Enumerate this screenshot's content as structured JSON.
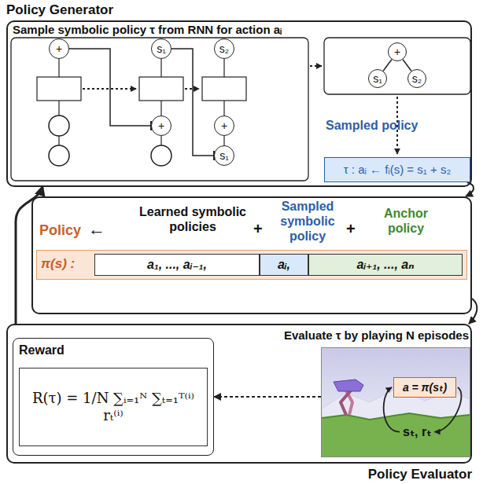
{
  "diagram": {
    "nodes": [
      {
        "text": [
          "Policy Generator",
          "Sample symbolic policy τ from RNN for action aᵢ"
        ]
      },
      {
        "text": [
          "+"
        ],
        "in": 0
      },
      {
        "text": [
          "s₁"
        ],
        "in": 0
      },
      {
        "text": [
          "s₂"
        ],
        "in": 0
      },
      {
        "text": [
          "+"
        ],
        "in": 0
      },
      {
        "text": [
          "+"
        ],
        "in": 0
      },
      {
        "text": [
          "s₁"
        ],
        "in": 0
      },
      {
        "text": [
          "+"
        ],
        "in": 0
      },
      {
        "text": [
          "s₁"
        ],
        "in": 0
      },
      {
        "text": [
          "s₂"
        ],
        "in": 0
      },
      {
        "text": [
          "Sampled policy",
          "τ : aᵢ ← fᵢ(s) = s₁ + s₂"
        ],
        "in": 0
      },
      {
        "text": [
          "Policy",
          "←",
          "Learned symbolic policies",
          "+",
          "Sampled symbolic policy",
          "+",
          "Anchor policy"
        ]
      },
      {
        "text": [
          "π(s) :"
        ],
        "in": 11
      },
      {
        "text": [
          "a₁, ..., aᵢ₋₁,"
        ],
        "in": 12
      },
      {
        "text": [
          "aᵢ,"
        ],
        "in": 12
      },
      {
        "text": [
          "aᵢ₊₁, ..., aₙ"
        ],
        "in": 12
      },
      {
        "text": [
          "Evaluate τ by playing N episodes",
          "Policy Evaluator"
        ]
      },
      {
        "text": [
          "Reward"
        ],
        "in": 16
      },
      {
        "text": [
          "R(τ) = 1/N ∑ᵢ₌₁ᴺ ∑ₜ₌₁ᵀ⁽ⁱ⁾ rₜ⁽ⁱ⁾"
        ],
        "in": 17
      },
      {
        "text": [
          "sₜ, rₜ"
        ],
        "in": 16
      },
      {
        "text": [
          "a = π(sₜ)"
        ],
        "in": 19
      }
    ],
    "edges": [
      {
        "from": 1,
        "to": 4,
        "arrow": "none"
      },
      {
        "from": 2,
        "to": 6,
        "arrow": "none"
      },
      {
        "from": 7,
        "to": 8,
        "arrow": "none"
      },
      {
        "from": 7,
        "to": 9,
        "arrow": "none"
      },
      {
        "from": 10,
        "to": 11,
        "arrow": "to"
      },
      {
        "from": 11,
        "to": 16,
        "arrow": "to"
      },
      {
        "from": 19,
        "to": 17,
        "arrow": "to"
      },
      {
        "from": 16,
        "to": 0,
        "arrow": "to"
      }
    ]
  }
}
